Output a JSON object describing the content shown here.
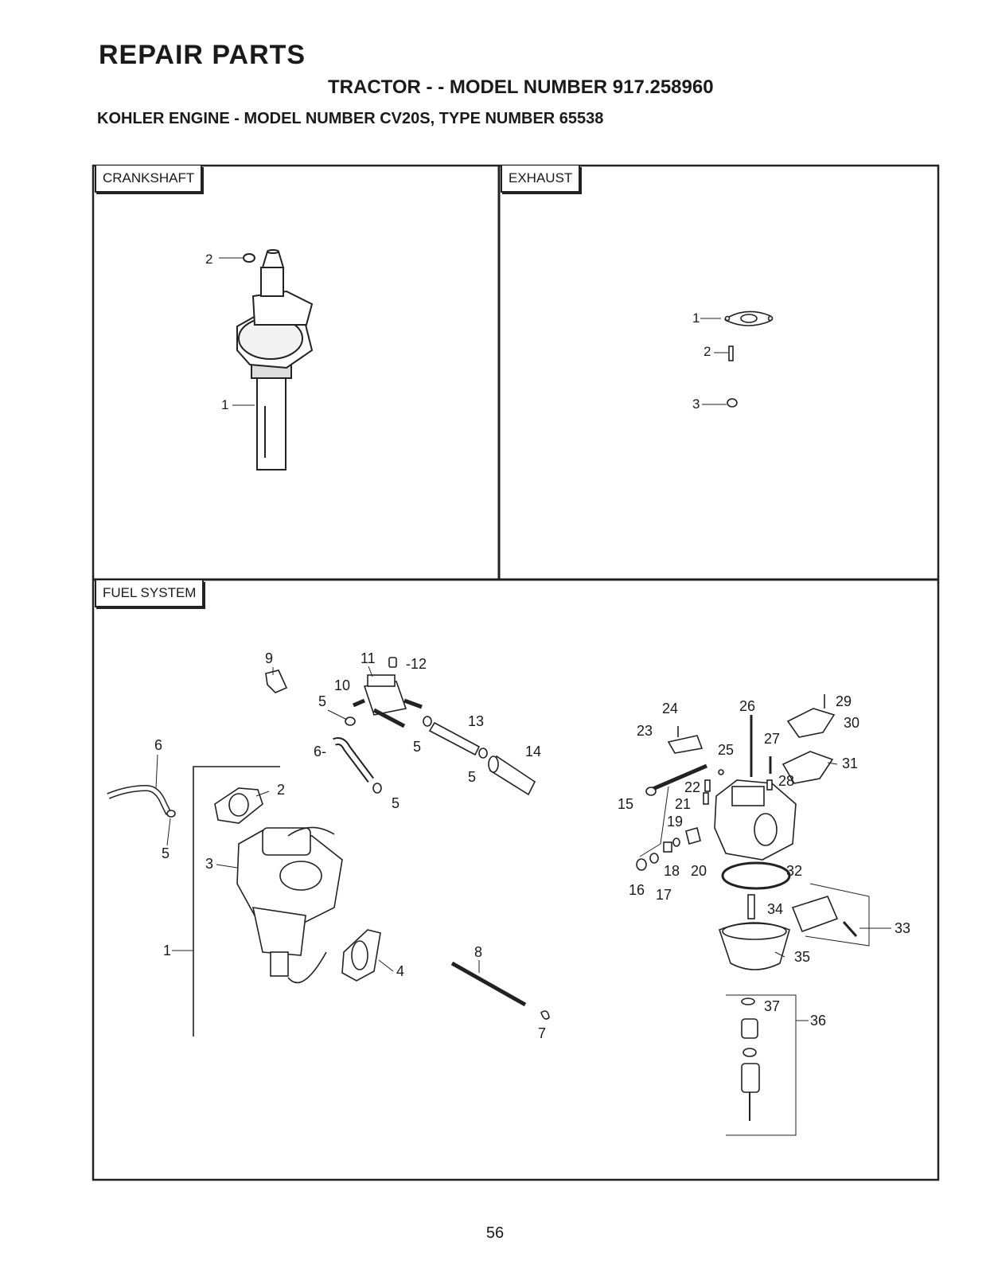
{
  "header": {
    "title": "REPAIR PARTS",
    "tractor_line": "TRACTOR - - MODEL NUMBER 917.258960",
    "engine_line": "KOHLER ENGINE - MODEL NUMBER CV20S, TYPE NUMBER 65538"
  },
  "panels": {
    "crankshaft": {
      "label": "CRANKSHAFT",
      "callouts": [
        "1",
        "2"
      ]
    },
    "exhaust": {
      "label": "EXHAUST",
      "callouts": [
        "1",
        "2",
        "3"
      ]
    },
    "fuel_system": {
      "label": "FUEL SYSTEM",
      "callouts": [
        "1",
        "2",
        "3",
        "4",
        "5",
        "5",
        "5",
        "5",
        "5",
        "6",
        "6",
        "7",
        "8",
        "9",
        "10",
        "11",
        "12",
        "13",
        "14",
        "15",
        "16",
        "17",
        "18",
        "19",
        "20",
        "21",
        "22",
        "23",
        "24",
        "25",
        "26",
        "27",
        "28",
        "29",
        "30",
        "31",
        "32",
        "33",
        "34",
        "35",
        "36",
        "37"
      ]
    }
  },
  "footer": {
    "page_number": "56"
  }
}
